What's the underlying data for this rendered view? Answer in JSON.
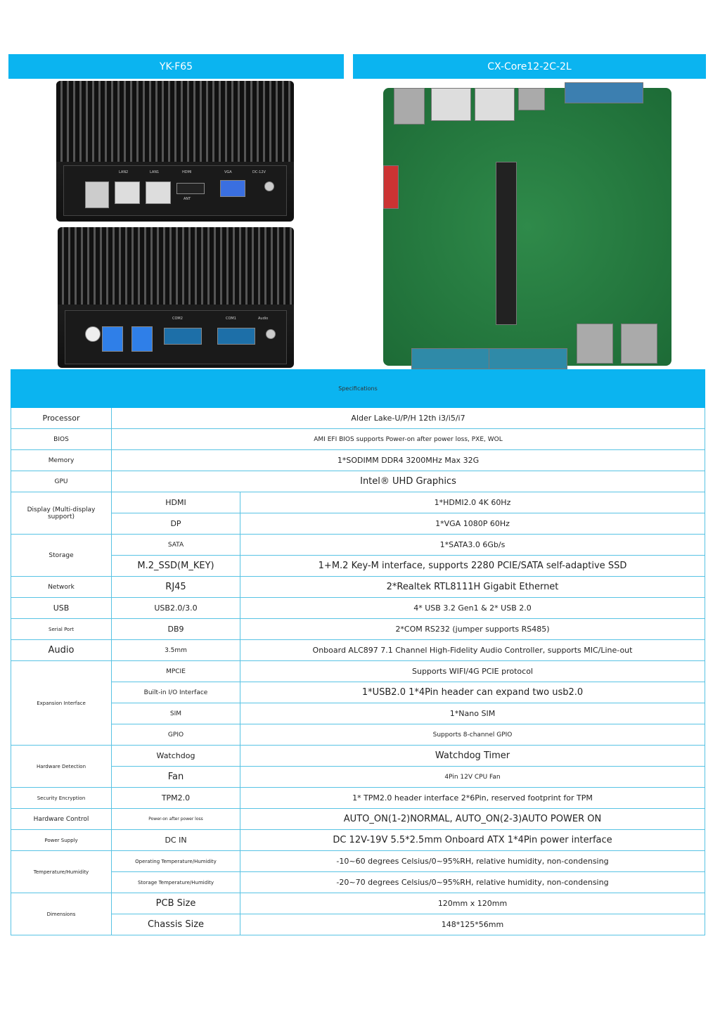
{
  "products": {
    "left": "YK-F65",
    "right": "CX-Core12-2C-2L"
  },
  "front_labels": [
    "LAN2",
    "LAN1",
    "HDMI",
    "VGA",
    "DC-12V",
    "ANT"
  ],
  "back_labels": [
    "COM2",
    "COM1",
    "Audio"
  ],
  "specs": {
    "title": "Specifications",
    "processor": {
      "label": "Processor",
      "value": "Alder Lake-U/P/H 12th i3/i5/i7"
    },
    "bios": {
      "label": "BIOS",
      "value": "AMI EFI BIOS supports Power-on after power loss, PXE, WOL"
    },
    "memory": {
      "label": "Memory",
      "value": "1*SODIMM DDR4 3200MHz Max 32G"
    },
    "gpu": {
      "label": "GPU",
      "value": "Intel® UHD Graphics"
    },
    "display": {
      "label": "Display (Multi-display support)",
      "hdmi": "HDMI",
      "hdmi_v": "1*HDMI2.0 4K 60Hz",
      "dp": "DP",
      "dp_v": "1*VGA 1080P 60Hz"
    },
    "storage": {
      "label": "Storage",
      "sata": "SATA",
      "sata_v": "1*SATA3.0 6Gb/s",
      "m2": "M.2_SSD(M_KEY)",
      "m2_v": "1+M.2 Key-M interface, supports 2280 PCIE/SATA self-adaptive SSD"
    },
    "network": {
      "label": "Network",
      "sub": "RJ45",
      "value": "2*Realtek RTL8111H Gigabit Ethernet"
    },
    "usb": {
      "label": "USB",
      "sub": "USB2.0/3.0",
      "value": "4* USB 3.2 Gen1 & 2* USB 2.0"
    },
    "serial": {
      "label": "Serial Port",
      "sub": "DB9",
      "value": "2*COM RS232 (jumper supports RS485)"
    },
    "audio": {
      "label": "Audio",
      "sub": "3.5mm",
      "value": "Onboard ALC897 7.1 Channel High-Fidelity Audio Controller, supports MIC/Line-out"
    },
    "expansion": {
      "label": "Expansion Interface",
      "mpcie": "MPCIE",
      "mpcie_v": "Supports WIFI/4G PCIE protocol",
      "io": "Built-in I/O Interface",
      "io_v": "1*USB2.0 1*4Pin header can expand two usb2.0",
      "sim": "SIM",
      "sim_v": "1*Nano SIM",
      "gpio": "GPIO",
      "gpio_v": "Supports 8-channel GPIO"
    },
    "detection": {
      "label": "Hardware Detection",
      "wd": "Watchdog",
      "wd_v": "Watchdog Timer",
      "fan": "Fan",
      "fan_v": "4Pin 12V CPU Fan"
    },
    "security": {
      "label": "Security Encryption",
      "sub": "TPM2.0",
      "value": "1* TPM2.0 header interface 2*6Pin, reserved footprint for TPM"
    },
    "control": {
      "label": "Hardware Control",
      "sub": "Power-on after power loss",
      "value": "AUTO_ON(1-2)NORMAL, AUTO_ON(2-3)AUTO POWER ON"
    },
    "power": {
      "label": "Power Supply",
      "sub": "DC IN",
      "value": "DC 12V-19V 5.5*2.5mm Onboard ATX 1*4Pin power interface"
    },
    "temp": {
      "label": "Temperature/Humidity",
      "op": "Operating Temperature/Humidity",
      "op_v": "-10~60 degrees Celsius/0~95%RH, relative humidity, non-condensing",
      "st": "Storage Temperature/Humidity",
      "st_v": "-20~70 degrees Celsius/0~95%RH, relative humidity, non-condensing"
    },
    "dims": {
      "label": "Dimensions",
      "pcb": "PCB Size",
      "pcb_v": "120mm x 120mm",
      "chassis": "Chassis Size",
      "chassis_v": "148*125*56mm"
    }
  }
}
